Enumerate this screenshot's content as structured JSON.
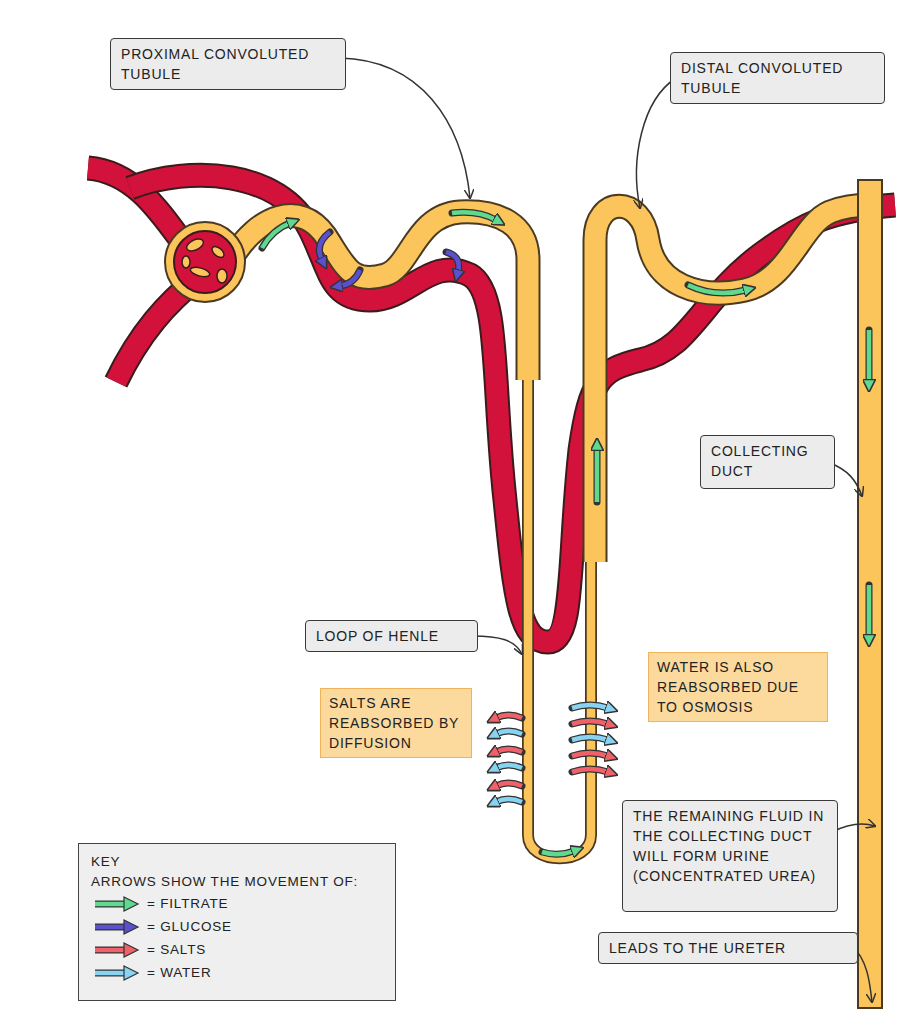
{
  "diagram": {
    "nodes": [
      {
        "text": [
          "PROXIMAL CONVOLUTED TUBULE"
        ]
      },
      {
        "text": [
          "DISTAL CONVOLUTED TUBULE"
        ]
      },
      {
        "text": [
          "COLLECTING DUCT"
        ]
      },
      {
        "text": [
          "LOOP OF HENLE"
        ]
      },
      {
        "text": [
          "WATER IS ALSO REABSORBED DUE TO OSMOSIS"
        ]
      },
      {
        "text": [
          "SALTS ARE REABSORBED BY DIFFUSION"
        ]
      },
      {
        "text": [
          "THE REMAINING FLUID IN THE COLLECTING DUCT WILL FORM URINE (CONCENTRATED UREA)"
        ]
      },
      {
        "text": [
          "KEY",
          "ARROWS SHOW THE MOVEMENT OF:"
        ]
      },
      {
        "text": [
          "LEADS TO THE URETER"
        ]
      }
    ],
    "legend": [
      {
        "text": "= FILTRATE"
      },
      {
        "text": "= GLUCOSE"
      },
      {
        "text": "= SALTS"
      },
      {
        "text": "= WATER"
      }
    ]
  }
}
